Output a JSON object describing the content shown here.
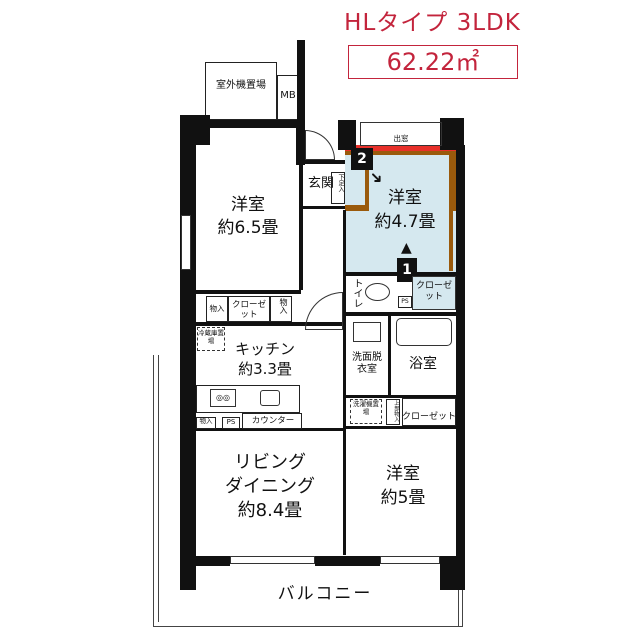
{
  "header": {
    "type_label": "HLタイプ 3LDK",
    "area": "62.22㎡"
  },
  "colors": {
    "accent": "#c3243c",
    "highlight_room": "#d5e8ef",
    "highlight_wall": "#e8302a",
    "inner_wall": "#9a5a0c"
  },
  "markers": [
    {
      "number": "1"
    },
    {
      "number": "2"
    }
  ],
  "rooms": {
    "outdoor_unit": "室外機置場",
    "mb": "MB",
    "western1_name": "洋室",
    "western1_size": "約6.5畳",
    "entrance": "玄関",
    "getabako": "下足入",
    "bay_window": "出窓",
    "western2_name": "洋室",
    "western2_size": "約4.7畳",
    "toilet": "トイレ",
    "ps1": "PS",
    "closet_blue": "クローゼット",
    "storage1": "物入",
    "closet1": "クローゼット",
    "storage2": "物入",
    "fridge": "冷蔵庫置場",
    "kitchen_name": "キッチン",
    "kitchen_size": "約3.3畳",
    "washroom": "洗面脱衣室",
    "bath": "浴室",
    "washer": "洗濯機置場",
    "upper_storage": "上部物入",
    "closet2": "クローゼット",
    "storage3": "物入",
    "ps2": "PS",
    "counter": "カウンター",
    "living_name": "リビング",
    "living_name2": "ダイニング",
    "living_size": "約8.4畳",
    "western3_name": "洋室",
    "western3_size": "約5畳",
    "balcony": "バルコニー"
  }
}
